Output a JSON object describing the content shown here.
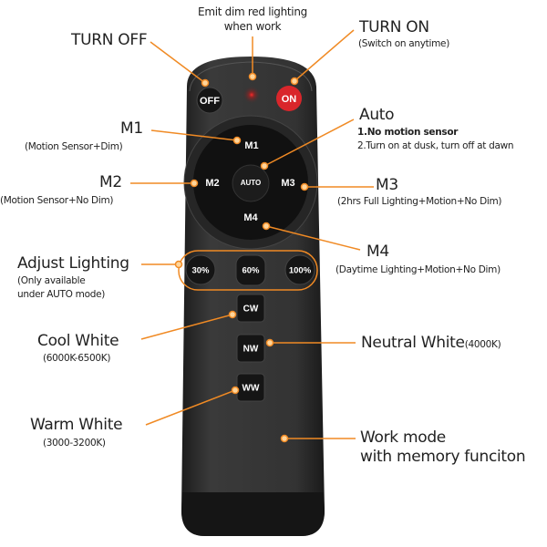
{
  "colors": {
    "accent": "#f08a24",
    "body": "#2b2b2b",
    "on_button": "#d9262b"
  },
  "remote": {
    "buttons": {
      "off": "OFF",
      "on": "ON",
      "m1": "M1",
      "m2": "M2",
      "m3": "M3",
      "m4": "M4",
      "auto": "AUTO",
      "p30": "30%",
      "p60": "60%",
      "p100": "100%",
      "cw": "CW",
      "nw": "NW",
      "ww": "WW"
    }
  },
  "labels": {
    "emit": {
      "line1": "Emit dim red lighting",
      "line2": "when work"
    },
    "turn_off": {
      "title": "TURN OFF"
    },
    "turn_on": {
      "title": "TURN ON",
      "sub": "(Switch on anytime)"
    },
    "m1": {
      "title": "M1",
      "sub": "(Motion Sensor+Dim)"
    },
    "auto": {
      "title": "Auto",
      "line1": "1.No motion sensor",
      "line2": "2.Turn on at dusk, turn off at dawn"
    },
    "m2": {
      "title": "M2",
      "sub": "(Motion Sensor+No Dim)"
    },
    "m3": {
      "title": "M3",
      "sub": "(2hrs Full Lighting+Motion+No Dim)"
    },
    "m4": {
      "title": "M4",
      "sub": "(Daytime Lighting+Motion+No Dim)"
    },
    "adjust": {
      "title": "Adjust Lighting",
      "line1": "(Only available",
      "line2": "under AUTO mode)"
    },
    "cool": {
      "title": "Cool White",
      "sub": "(6000K-6500K)"
    },
    "neutral": {
      "title": "Neutral White",
      "sub": "(4000K)"
    },
    "warm": {
      "title": "Warm White",
      "sub": "(3000-3200K)"
    },
    "work": {
      "line1": "Work mode",
      "line2": "with memory funciton"
    }
  }
}
